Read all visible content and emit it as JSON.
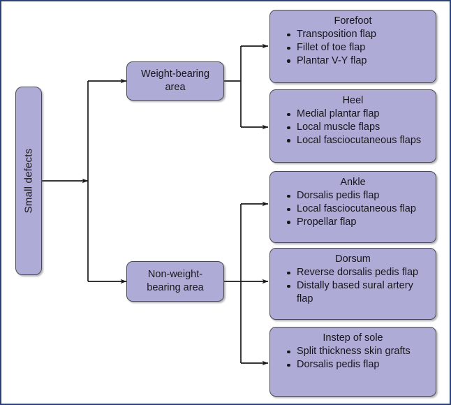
{
  "diagram": {
    "type": "flowchart",
    "title_text": "",
    "colors": {
      "node_fill": "#aeabd6",
      "node_border": "#4a4a52",
      "frame_border": "#2b4279",
      "connector": "#1a1a1a",
      "text": "#16161a",
      "background": "#ffffff"
    },
    "root": {
      "label": "Small defects"
    },
    "branches": [
      {
        "id": "weight-bearing",
        "label": "Weight-bearing area"
      },
      {
        "id": "non-weight-bearing",
        "label": "Non-weight-bearing area"
      }
    ],
    "leaves": [
      {
        "id": "forefoot",
        "parent": "weight-bearing",
        "title": "Forefoot",
        "items": [
          "Transposition flap",
          "Fillet of toe flap",
          "Plantar V-Y flap"
        ]
      },
      {
        "id": "heel",
        "parent": "weight-bearing",
        "title": "Heel",
        "items": [
          "Medial plantar flap",
          "Local muscle flaps",
          "Local fasciocutaneous flaps"
        ]
      },
      {
        "id": "ankle",
        "parent": "non-weight-bearing",
        "title": "Ankle",
        "items": [
          "Dorsalis pedis flap",
          "Local fasciocutaneous flap",
          "Propellar flap"
        ]
      },
      {
        "id": "dorsum",
        "parent": "non-weight-bearing",
        "title": "Dorsum",
        "items": [
          "Reverse dorsalis pedis flap",
          "Distally based sural artery flap"
        ]
      },
      {
        "id": "instep-of-sole",
        "parent": "non-weight-bearing",
        "title": "Instep of sole",
        "items": [
          "Split thickness skin grafts",
          "Dorsalis pedis flap"
        ]
      }
    ]
  }
}
